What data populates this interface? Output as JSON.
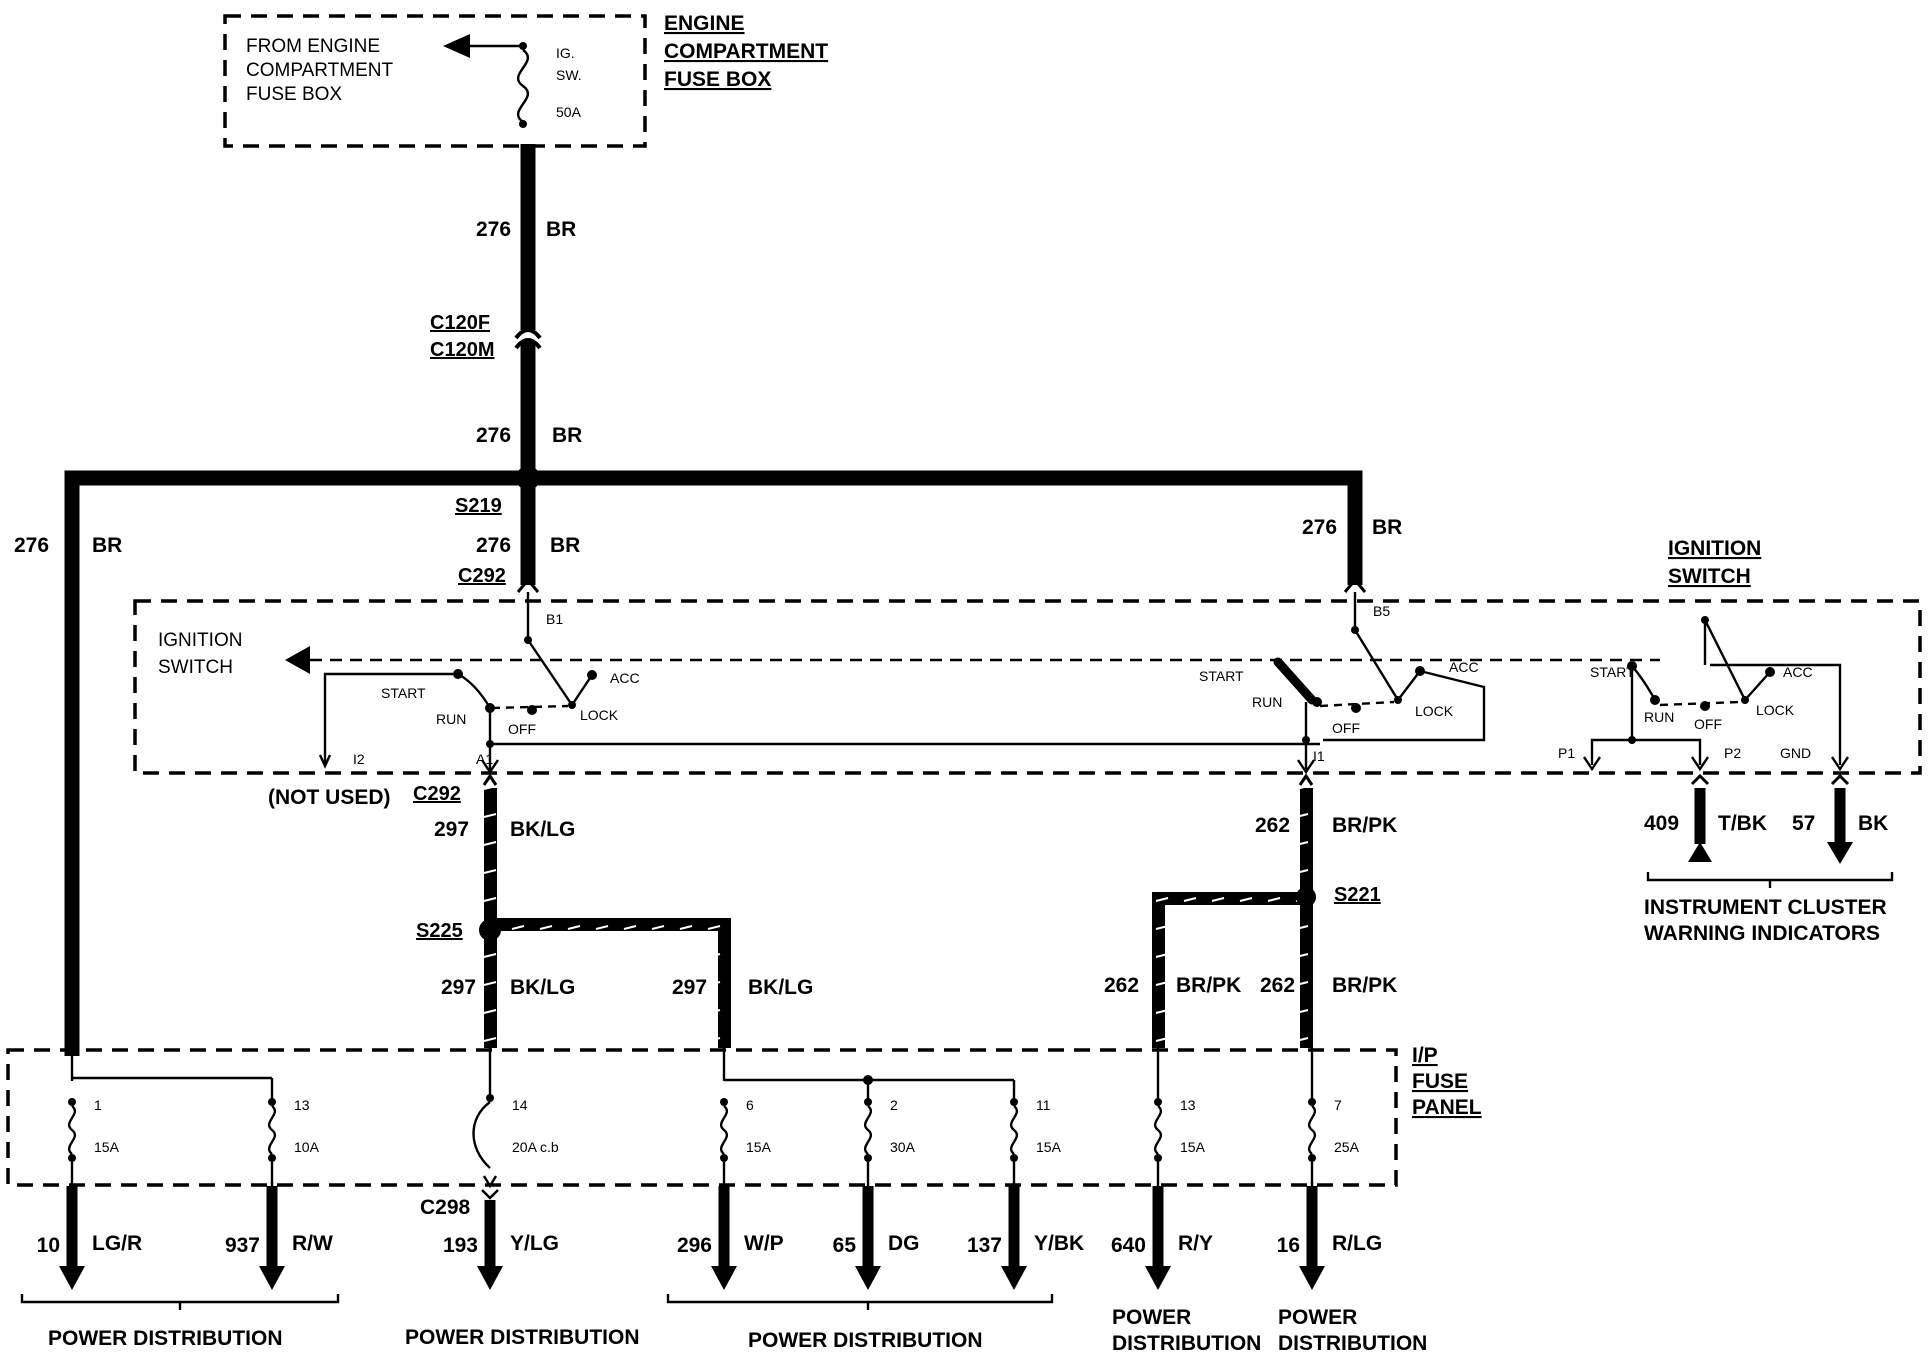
{
  "engine_fuse_box": {
    "title_lines": [
      "ENGINE",
      "COMPARTMENT",
      "FUSE BOX"
    ],
    "source_lines": [
      "FROM ENGINE",
      "COMPARTMENT",
      "FUSE BOX"
    ],
    "fuse_lines": [
      "IG.",
      "SW.",
      "50A"
    ]
  },
  "feed_wire": {
    "upper_circuit": "276",
    "upper_color": "BR",
    "connector_female": "C120F",
    "connector_male": "C120M",
    "lower_circuit": "276",
    "lower_color": "BR"
  },
  "splice_s219": {
    "id": "S219",
    "left_circuit": "276",
    "left_color": "BR",
    "down_circuit": "276",
    "down_color": "BR",
    "right_circuit": "276",
    "right_color": "BR",
    "connector": "C292"
  },
  "ignition_switch": {
    "title_lines": [
      "IGNITION",
      "SWITCH"
    ],
    "label_lines": [
      "IGNITION",
      "SWITCH"
    ],
    "positions": {
      "start": "START",
      "run": "RUN",
      "off": "OFF",
      "lock": "LOCK",
      "acc": "ACC"
    },
    "pins": {
      "b1": "B1",
      "b5": "B5",
      "i2": "I2",
      "a1": "A1",
      "i1": "I1",
      "p1": "P1",
      "p2": "P2",
      "gnd": "GND"
    },
    "not_used": "(NOT USED)",
    "bottom_connector": "C292"
  },
  "output_wires": {
    "a1_circuit": "297",
    "a1_color": "BK/LG",
    "i1_circuit": "262",
    "i1_color": "BR/PK",
    "p2_circuit": "409",
    "p2_color": "T/BK",
    "gnd_circuit": "57",
    "gnd_color": "BK"
  },
  "splice_s225": {
    "id": "S225",
    "left_circuit": "297",
    "left_color": "BK/LG",
    "right_circuit": "297",
    "right_color": "BK/LG"
  },
  "splice_s221": {
    "id": "S221",
    "left_circuit": "262",
    "left_color": "BR/PK",
    "right_circuit": "262",
    "right_color": "BR/PK"
  },
  "instrument_cluster": {
    "lines": [
      "INSTRUMENT CLUSTER",
      "WARNING INDICATORS"
    ]
  },
  "ip_fuse_panel": {
    "title_lines": [
      "I/P",
      "FUSE",
      "PANEL"
    ],
    "fuses": [
      {
        "number": "1",
        "rating": "15A"
      },
      {
        "number": "13",
        "rating": "10A"
      },
      {
        "number": "14",
        "rating": "20A c.b"
      },
      {
        "number": "6",
        "rating": "15A"
      },
      {
        "number": "2",
        "rating": "30A"
      },
      {
        "number": "11",
        "rating": "15A"
      },
      {
        "number": "13",
        "rating": "15A"
      },
      {
        "number": "7",
        "rating": "25A"
      }
    ],
    "breaker_connector": "C298"
  },
  "outputs": [
    {
      "circuit": "10",
      "color": "LG/R"
    },
    {
      "circuit": "937",
      "color": "R/W"
    },
    {
      "circuit": "193",
      "color": "Y/LG"
    },
    {
      "circuit": "296",
      "color": "W/P"
    },
    {
      "circuit": "65",
      "color": "DG"
    },
    {
      "circuit": "137",
      "color": "Y/BK"
    },
    {
      "circuit": "640",
      "color": "R/Y"
    },
    {
      "circuit": "16",
      "color": "R/LG"
    }
  ],
  "destinations": {
    "group1": "POWER DISTRIBUTION",
    "group2": "POWER DISTRIBUTION",
    "group3": "POWER DISTRIBUTION",
    "group4_lines": [
      "POWER",
      "DISTRIBUTION"
    ],
    "group5_lines": [
      "POWER",
      "DISTRIBUTION"
    ]
  }
}
